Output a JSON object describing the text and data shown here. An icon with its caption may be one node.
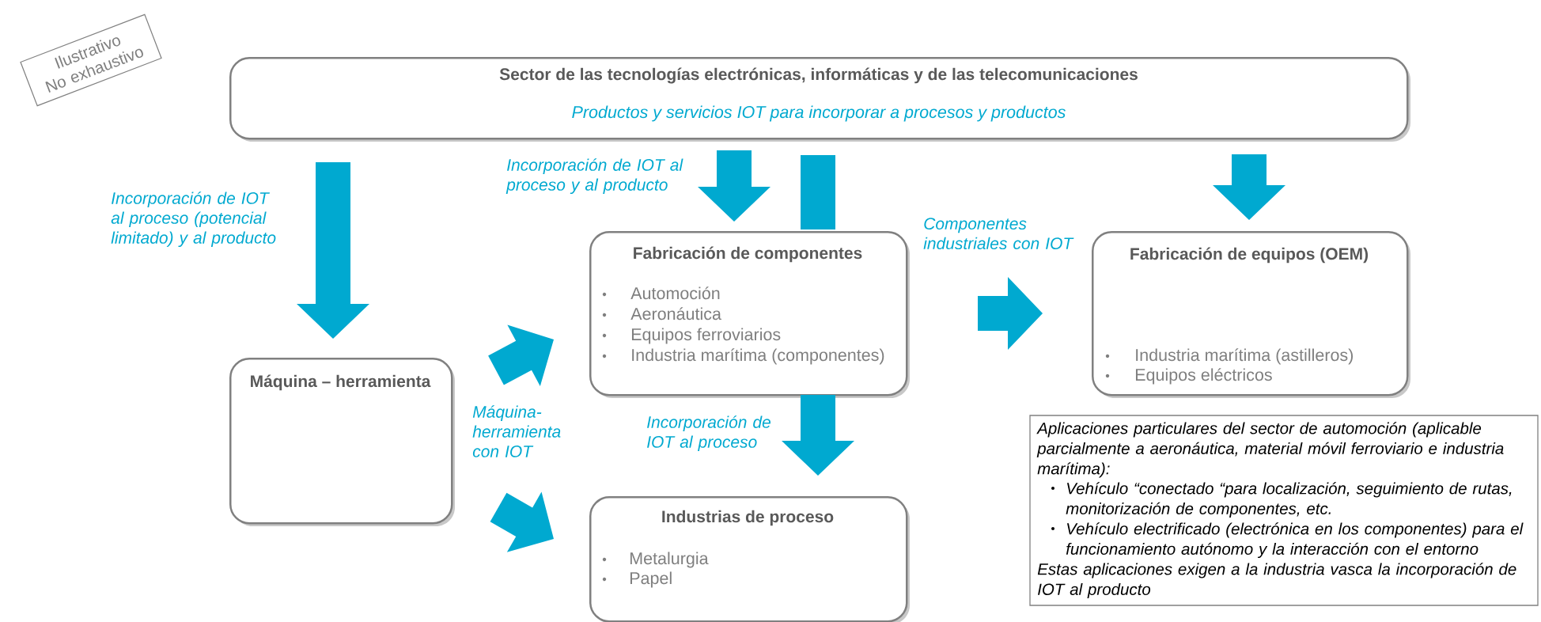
{
  "diagram": {
    "nodes": [
      {
        "text": [
          "Sector de las tecnologías electrónicas, informáticas y de las telecomunicaciones",
          "Productos y servicios IOT para incorporar a procesos y productos"
        ]
      },
      {
        "text": [
          "Máquina – herramienta"
        ]
      },
      {
        "text": [
          "Fabricación de componentes",
          "Automoción",
          "Aeronáutica",
          "Equipos ferroviarios",
          "Industria marítima (componentes)"
        ]
      },
      {
        "text": [
          "Fabricación de equipos (OEM)",
          "Industria marítima (astilleros)",
          "Equipos eléctricos"
        ]
      },
      {
        "text": [
          "Industrias de proceso",
          "Metalurgia",
          "Papel"
        ]
      },
      {
        "text": [
          "Ilustrativo No exhaustivo"
        ]
      },
      {
        "text": [
          "Aplicaciones particulares del sector de automoción (aplicable parcialmente a aeronáutica, material móvil ferroviario e industria marítima):",
          "Vehículo “conectado “para localización, seguimiento de rutas, monitorización de componentes, etc.",
          "Vehículo electrificado (electrónica en los componentes) para el funcionamiento autónomo y la interacción con el entorno",
          "Estas aplicaciones exigen a la industria vasca la incorporación de IOT al producto"
        ]
      }
    ],
    "edges": [
      {
        "from": 0,
        "to": 1,
        "arrow": "to",
        "label": "Incorporación de IOT al proceso (potencial limitado) y al producto"
      },
      {
        "from": 0,
        "to": 2,
        "arrow": "to",
        "label": "Incorporación de IOT al proceso y al producto"
      },
      {
        "from": 0,
        "to": 2,
        "arrow": "none"
      },
      {
        "from": 2,
        "to": 4,
        "arrow": "to",
        "label": "Incorporación de IOT al proceso"
      },
      {
        "from": 0,
        "to": 3,
        "arrow": "to"
      },
      {
        "from": 1,
        "to": 2,
        "arrow": "to"
      },
      {
        "from": 1,
        "to": 4,
        "arrow": "to"
      },
      {
        "from": 2,
        "to": 3,
        "arrow": "to",
        "label": "Componentes industriales con IOT"
      }
    ],
    "labels": [
      "Máquina-herramienta con IOT"
    ]
  }
}
